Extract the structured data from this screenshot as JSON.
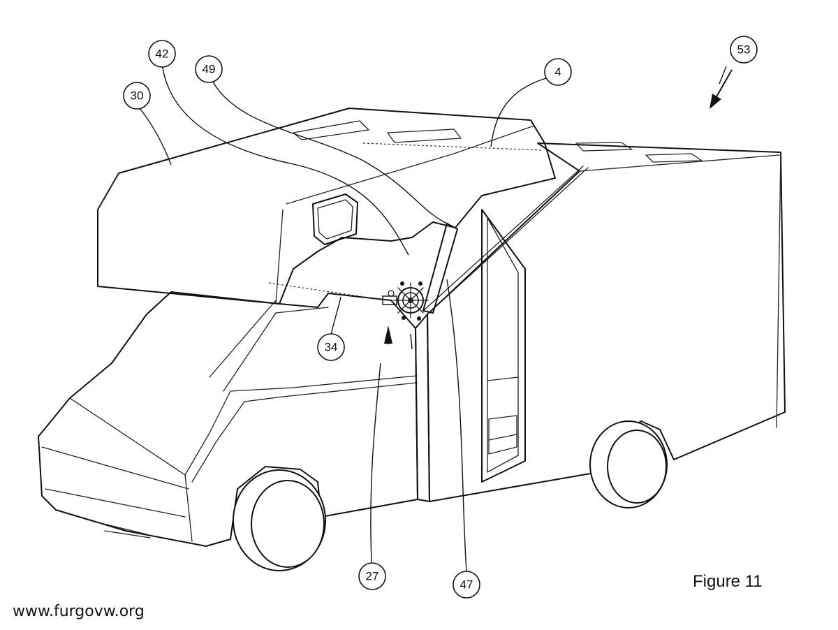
{
  "figure": {
    "caption": "Figure 11",
    "watermark": "www.furgovw.org"
  },
  "callouts": [
    {
      "id": "c53",
      "label": "53"
    },
    {
      "id": "c42",
      "label": "42"
    },
    {
      "id": "c49",
      "label": "49"
    },
    {
      "id": "c30",
      "label": "30"
    },
    {
      "id": "c4",
      "label": "4"
    },
    {
      "id": "c34",
      "label": "34"
    },
    {
      "id": "c27",
      "label": "27"
    },
    {
      "id": "c47",
      "label": "47"
    }
  ]
}
